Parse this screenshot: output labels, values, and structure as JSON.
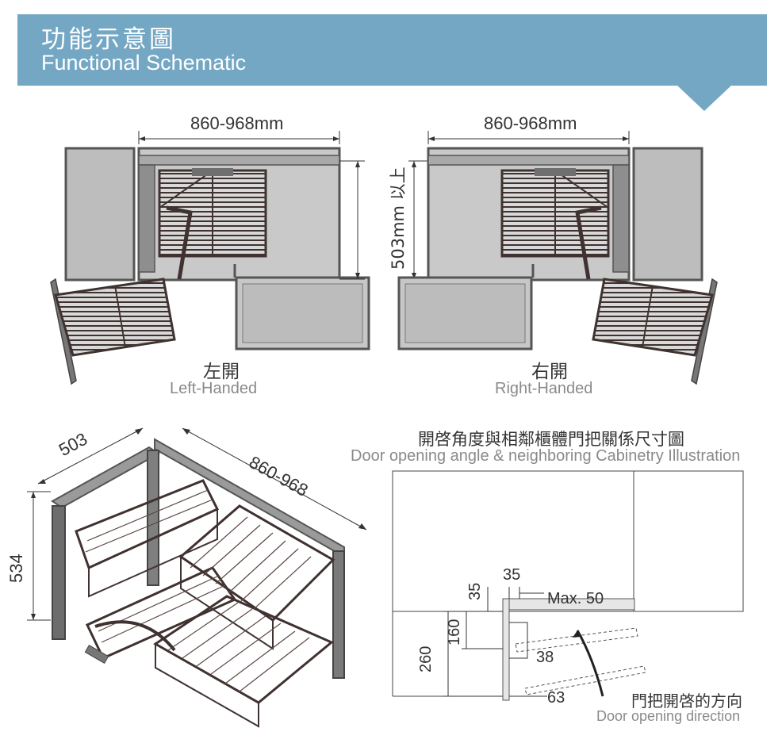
{
  "header": {
    "title_zh": "功能示意圖",
    "title_en": "Functional Schematic"
  },
  "top_diagrams": {
    "left": {
      "width_dim": "860-968mm",
      "caption_zh": "左開",
      "caption_en": "Left-Handed"
    },
    "right": {
      "width_dim": "860-968mm",
      "caption_zh": "右開",
      "caption_en": "Right-Handed"
    },
    "depth_dim": "503mm 以上"
  },
  "iso_diagram": {
    "depth": "503",
    "width": "860-968",
    "height": "534"
  },
  "opening_diagram": {
    "title_zh": "開啓角度與相鄰櫃體門把關係尺寸圖",
    "title_en": "Door opening angle & neighboring Cabinetry Illustration",
    "dims": {
      "d35_v": "35",
      "d35_h": "35",
      "max": "Max. 50",
      "d160": "160",
      "d260": "260",
      "d38": "38",
      "d63": "63"
    },
    "direction_zh": "門把開啓的方向",
    "direction_en": "Door opening direction"
  },
  "colors": {
    "banner": "#74a7c4",
    "panel": "#bdbdbd",
    "frame": "#555555",
    "basket": "#4a3a33"
  }
}
